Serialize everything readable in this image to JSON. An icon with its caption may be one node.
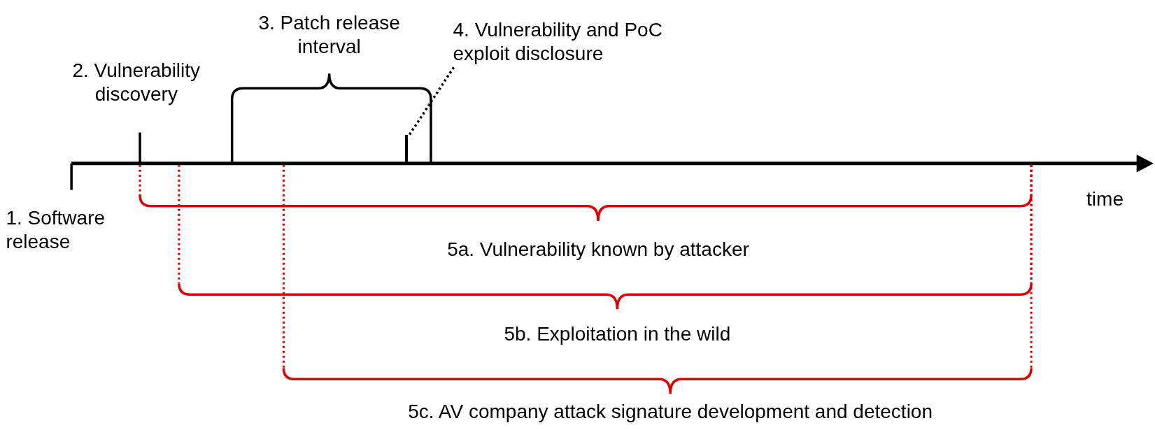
{
  "diagram": {
    "nodes": [
      {
        "text": [
          "4. Vulnerability and PoC exploit disclosure"
        ]
      },
      {
        "text": [],
        "shape": "bar"
      }
    ],
    "edges": [
      {
        "from": 0,
        "to": 1,
        "arrow": "none",
        "style": "dashed"
      }
    ],
    "labels": [
      "3. Patch release interval",
      "2. Vulnerability discovery",
      "time",
      "1. Software release",
      "5a. Vulnerability known by attacker",
      "5b. Exploitation in the wild",
      "5c. AV company attack signature development and detection"
    ]
  }
}
